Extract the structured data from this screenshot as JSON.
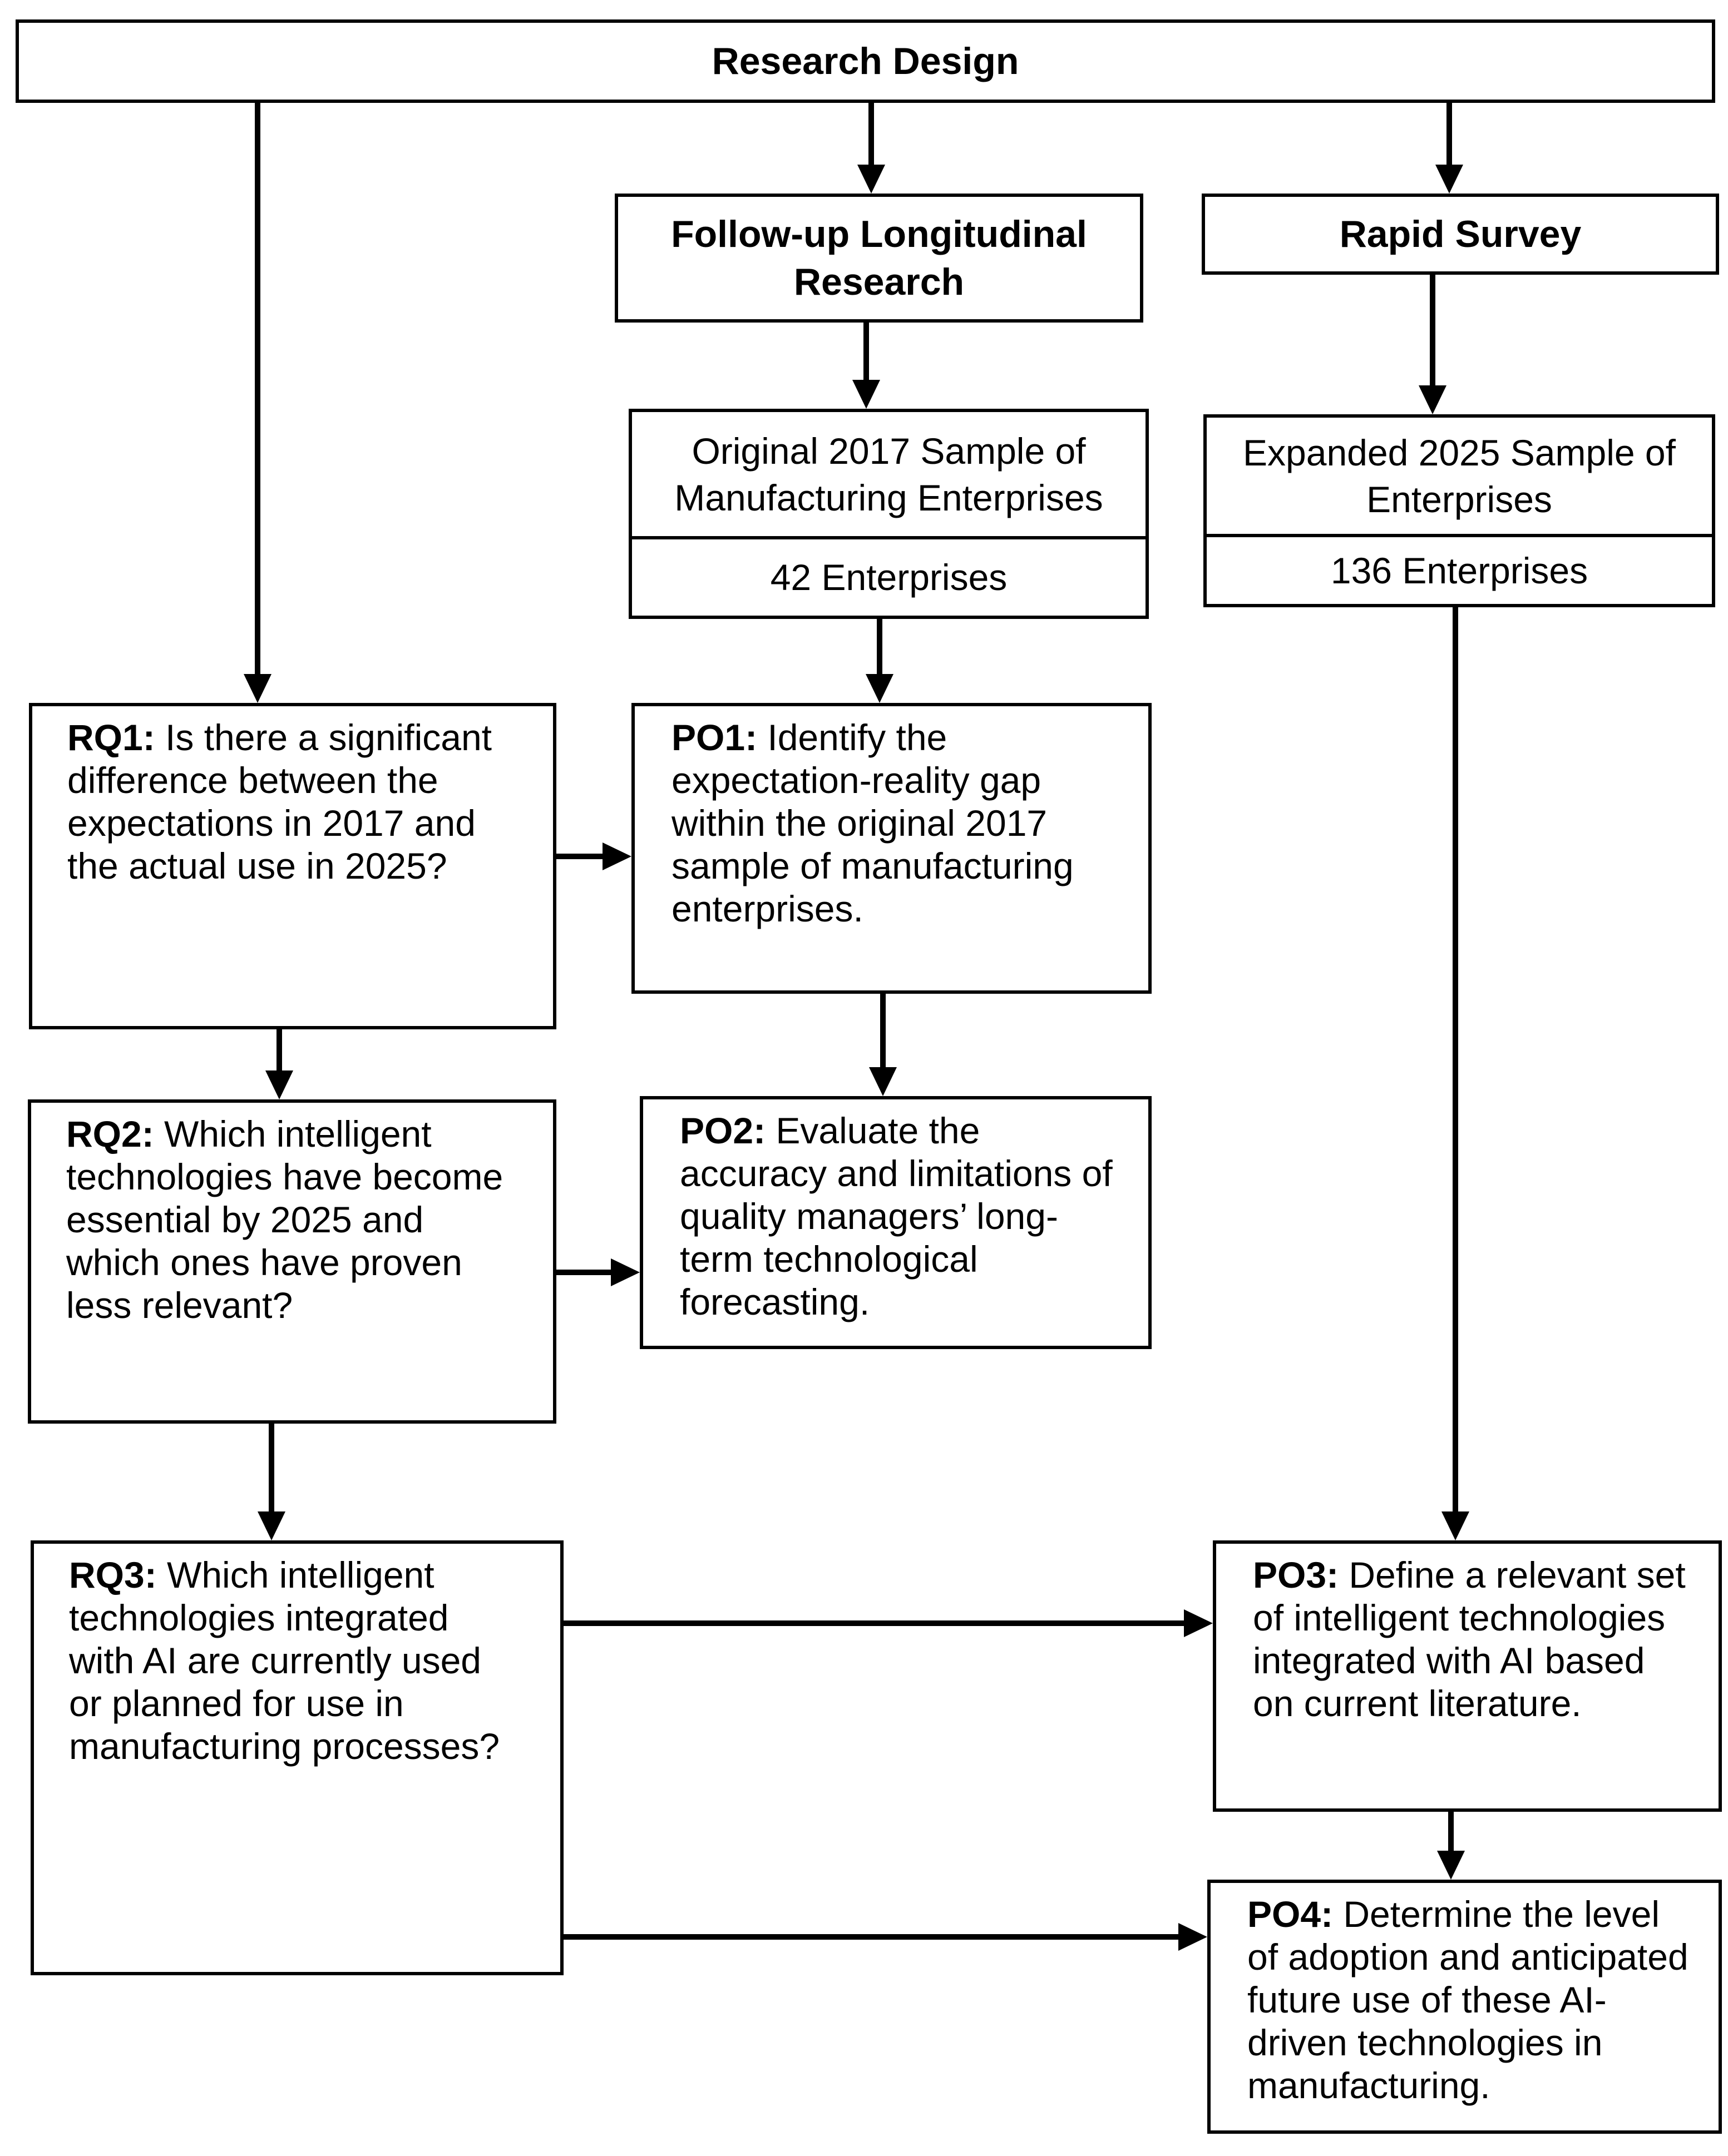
{
  "colors": {
    "ink": "#000000",
    "background": "#ffffff"
  },
  "header": {
    "title": "Research Design"
  },
  "branches": {
    "followup": {
      "lines": [
        "Follow-up Longitudinal",
        "Research"
      ]
    },
    "rapid": {
      "label": "Rapid Survey"
    }
  },
  "samples": {
    "original": {
      "lines": [
        "Original 2017 Sample of",
        "Manufacturing Enterprises"
      ],
      "count": "42 Enterprises"
    },
    "expanded": {
      "lines": [
        "Expanded 2025 Sample of",
        "Enterprises"
      ],
      "count": "136 Enterprises"
    }
  },
  "research_questions": {
    "rq1": {
      "prefix": "RQ1:",
      "lines": [
        " Is there a significant",
        "difference between the",
        "expectations in 2017 and",
        "the actual use in 2025?"
      ]
    },
    "rq2": {
      "prefix": "RQ2:",
      "lines": [
        " Which intelligent",
        "technologies have become",
        "essential by 2025 and",
        "which ones have proven",
        "less relevant?"
      ]
    },
    "rq3": {
      "prefix": "RQ3:",
      "lines": [
        " Which intelligent",
        "technologies integrated",
        "with AI are currently used",
        "or planned for use in",
        "manufacturing processes?"
      ]
    }
  },
  "objectives": {
    "po1": {
      "prefix": "PO1:",
      "lines": [
        " Identify the",
        "expectation-reality gap",
        "within the original 2017",
        "sample of manufacturing",
        "enterprises."
      ]
    },
    "po2": {
      "prefix": "PO2:",
      "lines": [
        " Evaluate the",
        "accuracy and limitations of",
        "quality managers’ long-",
        "term technological",
        "forecasting."
      ]
    },
    "po3": {
      "prefix": "PO3:",
      "lines": [
        " Define a relevant set",
        "of intelligent technologies",
        "integrated with AI based",
        "on current literature."
      ]
    },
    "po4": {
      "prefix": "PO4:",
      "lines": [
        " Determine the level",
        "of adoption and anticipated",
        "future use of these AI-",
        "driven technologies in",
        "manufacturing."
      ]
    }
  }
}
